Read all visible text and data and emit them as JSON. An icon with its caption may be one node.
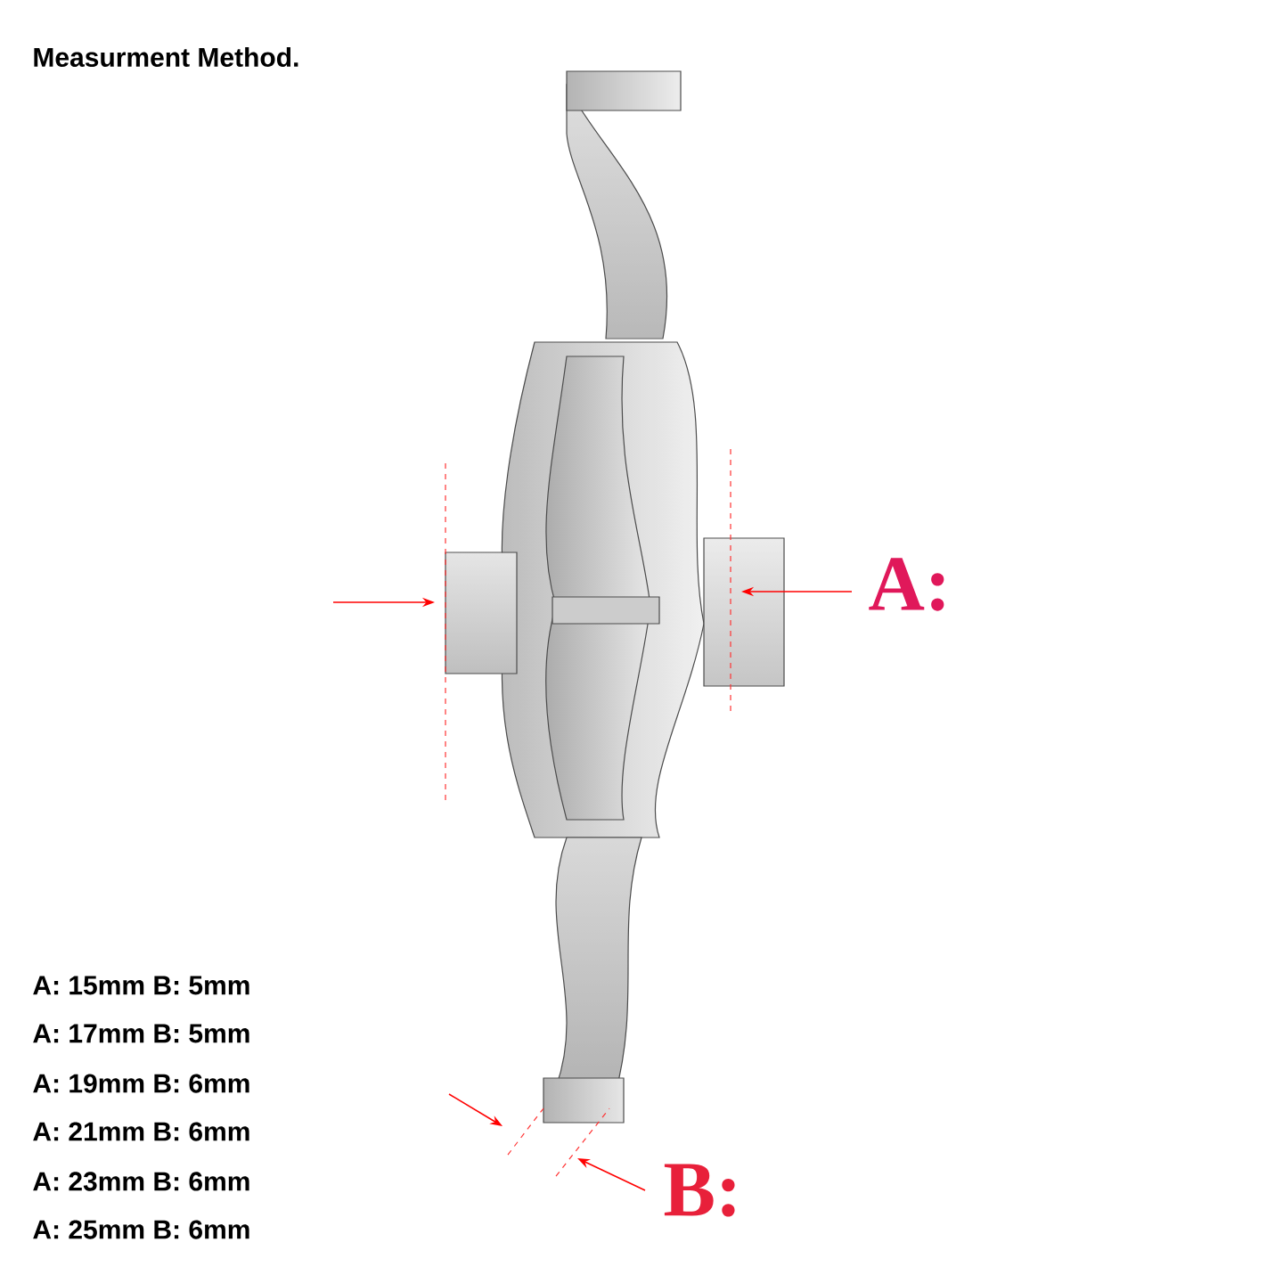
{
  "diagram": {
    "title": "Measurment Method.",
    "labels": [
      "A:",
      "A: 15mm B: 5mm",
      "A: 17mm B: 5mm",
      "A: 19mm B: 6mm",
      "A: 21mm B: 6mm",
      "A: 23mm B: 6mm",
      "A: 25mm B: 6mm",
      "B:"
    ]
  }
}
